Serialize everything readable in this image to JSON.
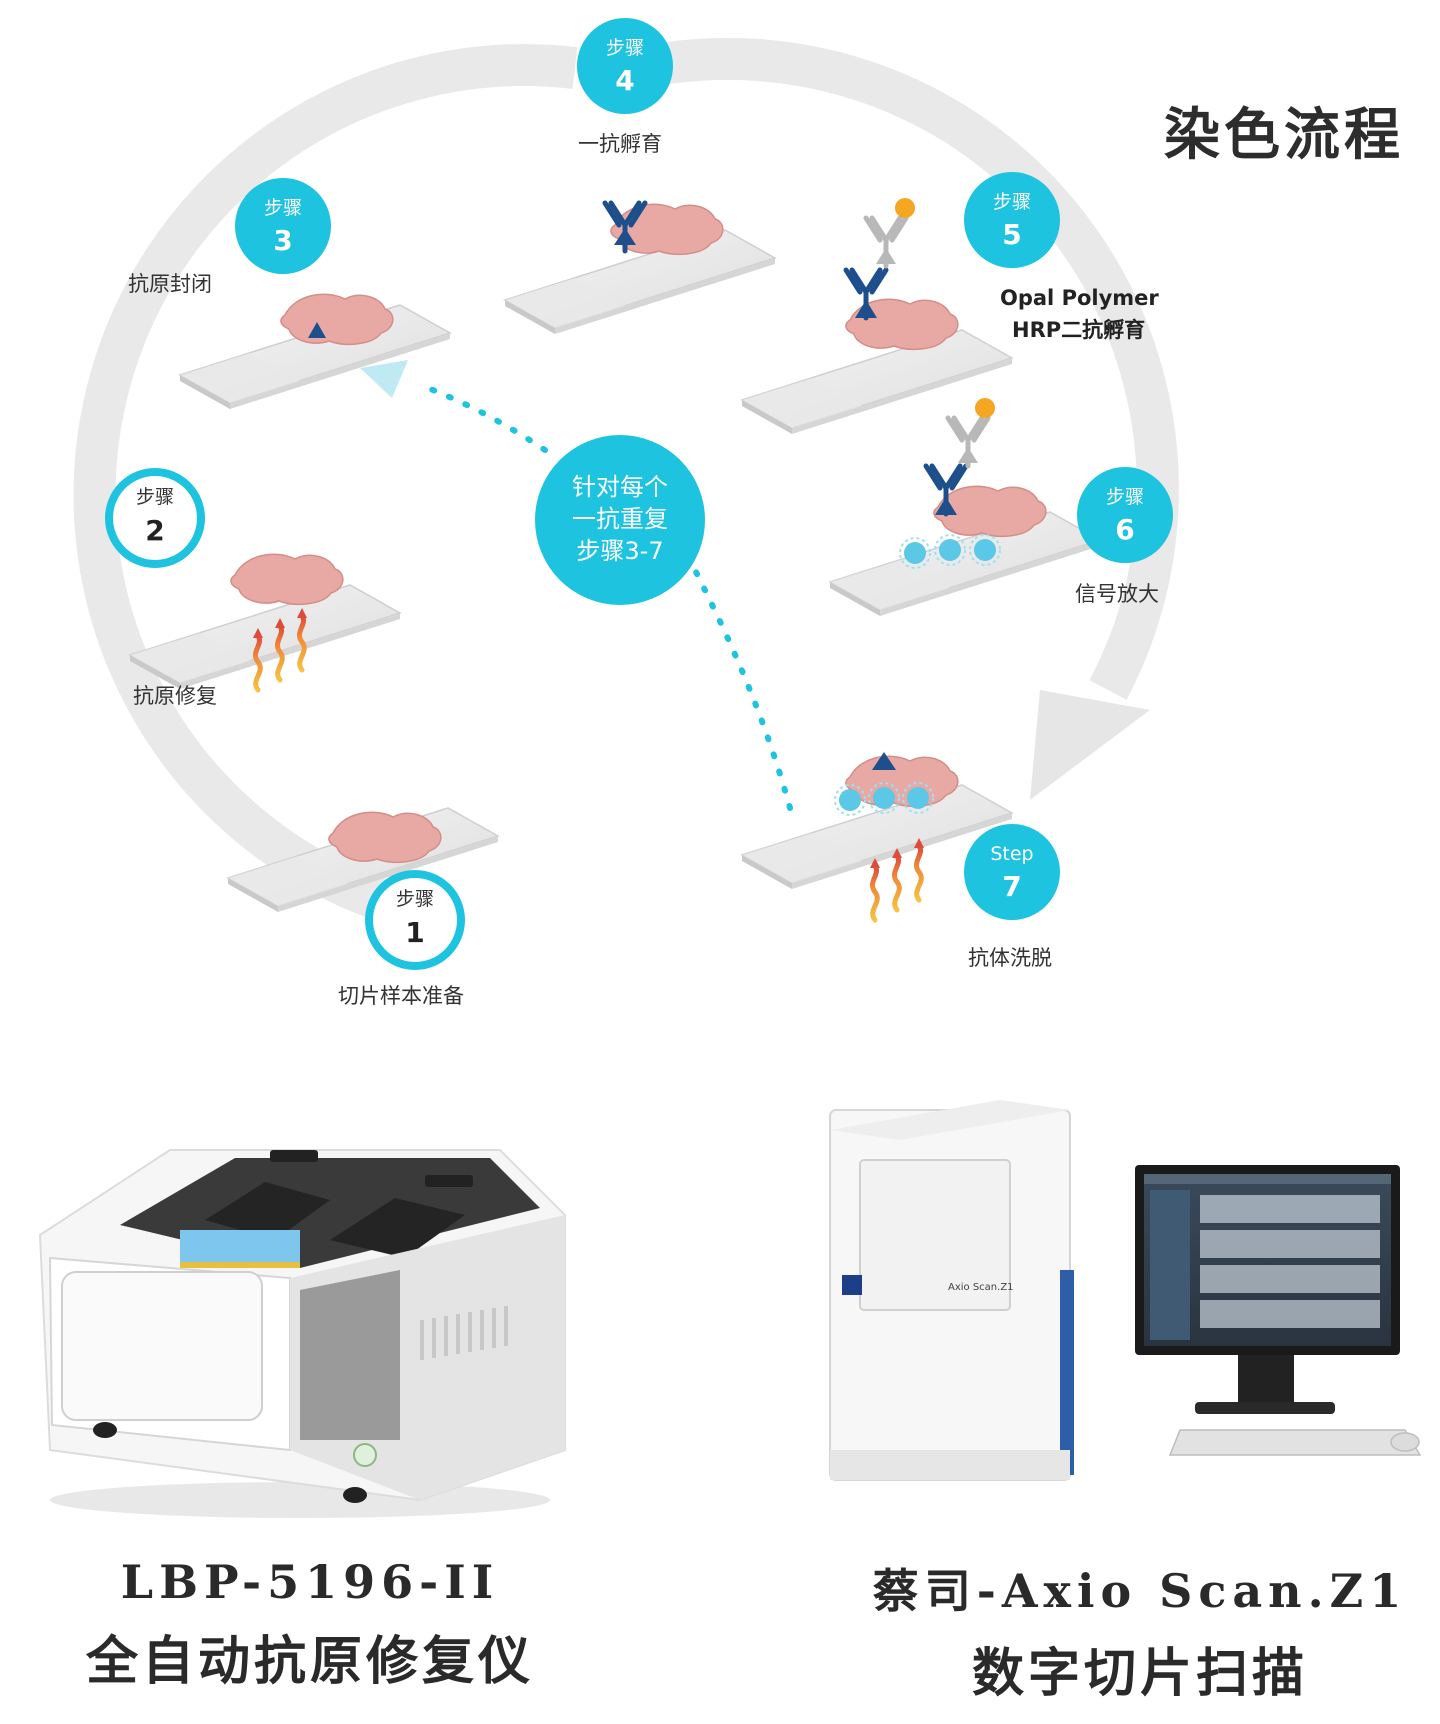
{
  "title": "染色流程",
  "steps": [
    {
      "num": "1",
      "word": "步骤",
      "label": "切片样本准备"
    },
    {
      "num": "2",
      "word": "步骤",
      "label": "抗原修复"
    },
    {
      "num": "3",
      "word": "步骤",
      "label": "抗原封闭"
    },
    {
      "num": "4",
      "word": "步骤",
      "label": "一抗孵育"
    },
    {
      "num": "5",
      "word": "步骤",
      "label_line1": "Opal Polymer",
      "label_line2": "HRP二抗孵育"
    },
    {
      "num": "6",
      "word": "步骤",
      "label": "信号放大"
    },
    {
      "num": "7",
      "word": "Step",
      "label": "抗体洗脱"
    }
  ],
  "repeat": {
    "line1": "针对每个",
    "line2": "一抗重复",
    "line3": "步骤3-7"
  },
  "devices": {
    "left": {
      "model": "LBP-5196-II",
      "name": "全自动抗原修复仪"
    },
    "right": {
      "model": "蔡司-Axio Scan.Z1",
      "name": "数字切片扫描",
      "brand_mark": "Axio Scan.Z1"
    }
  },
  "colors": {
    "accent": "#1ec3e0",
    "ring": "#e9e9e9",
    "tissue": "#e8a9a4",
    "antibody": "#1d4f8c",
    "gray_antibody": "#b8b8b8",
    "orange": "#f5a623"
  }
}
